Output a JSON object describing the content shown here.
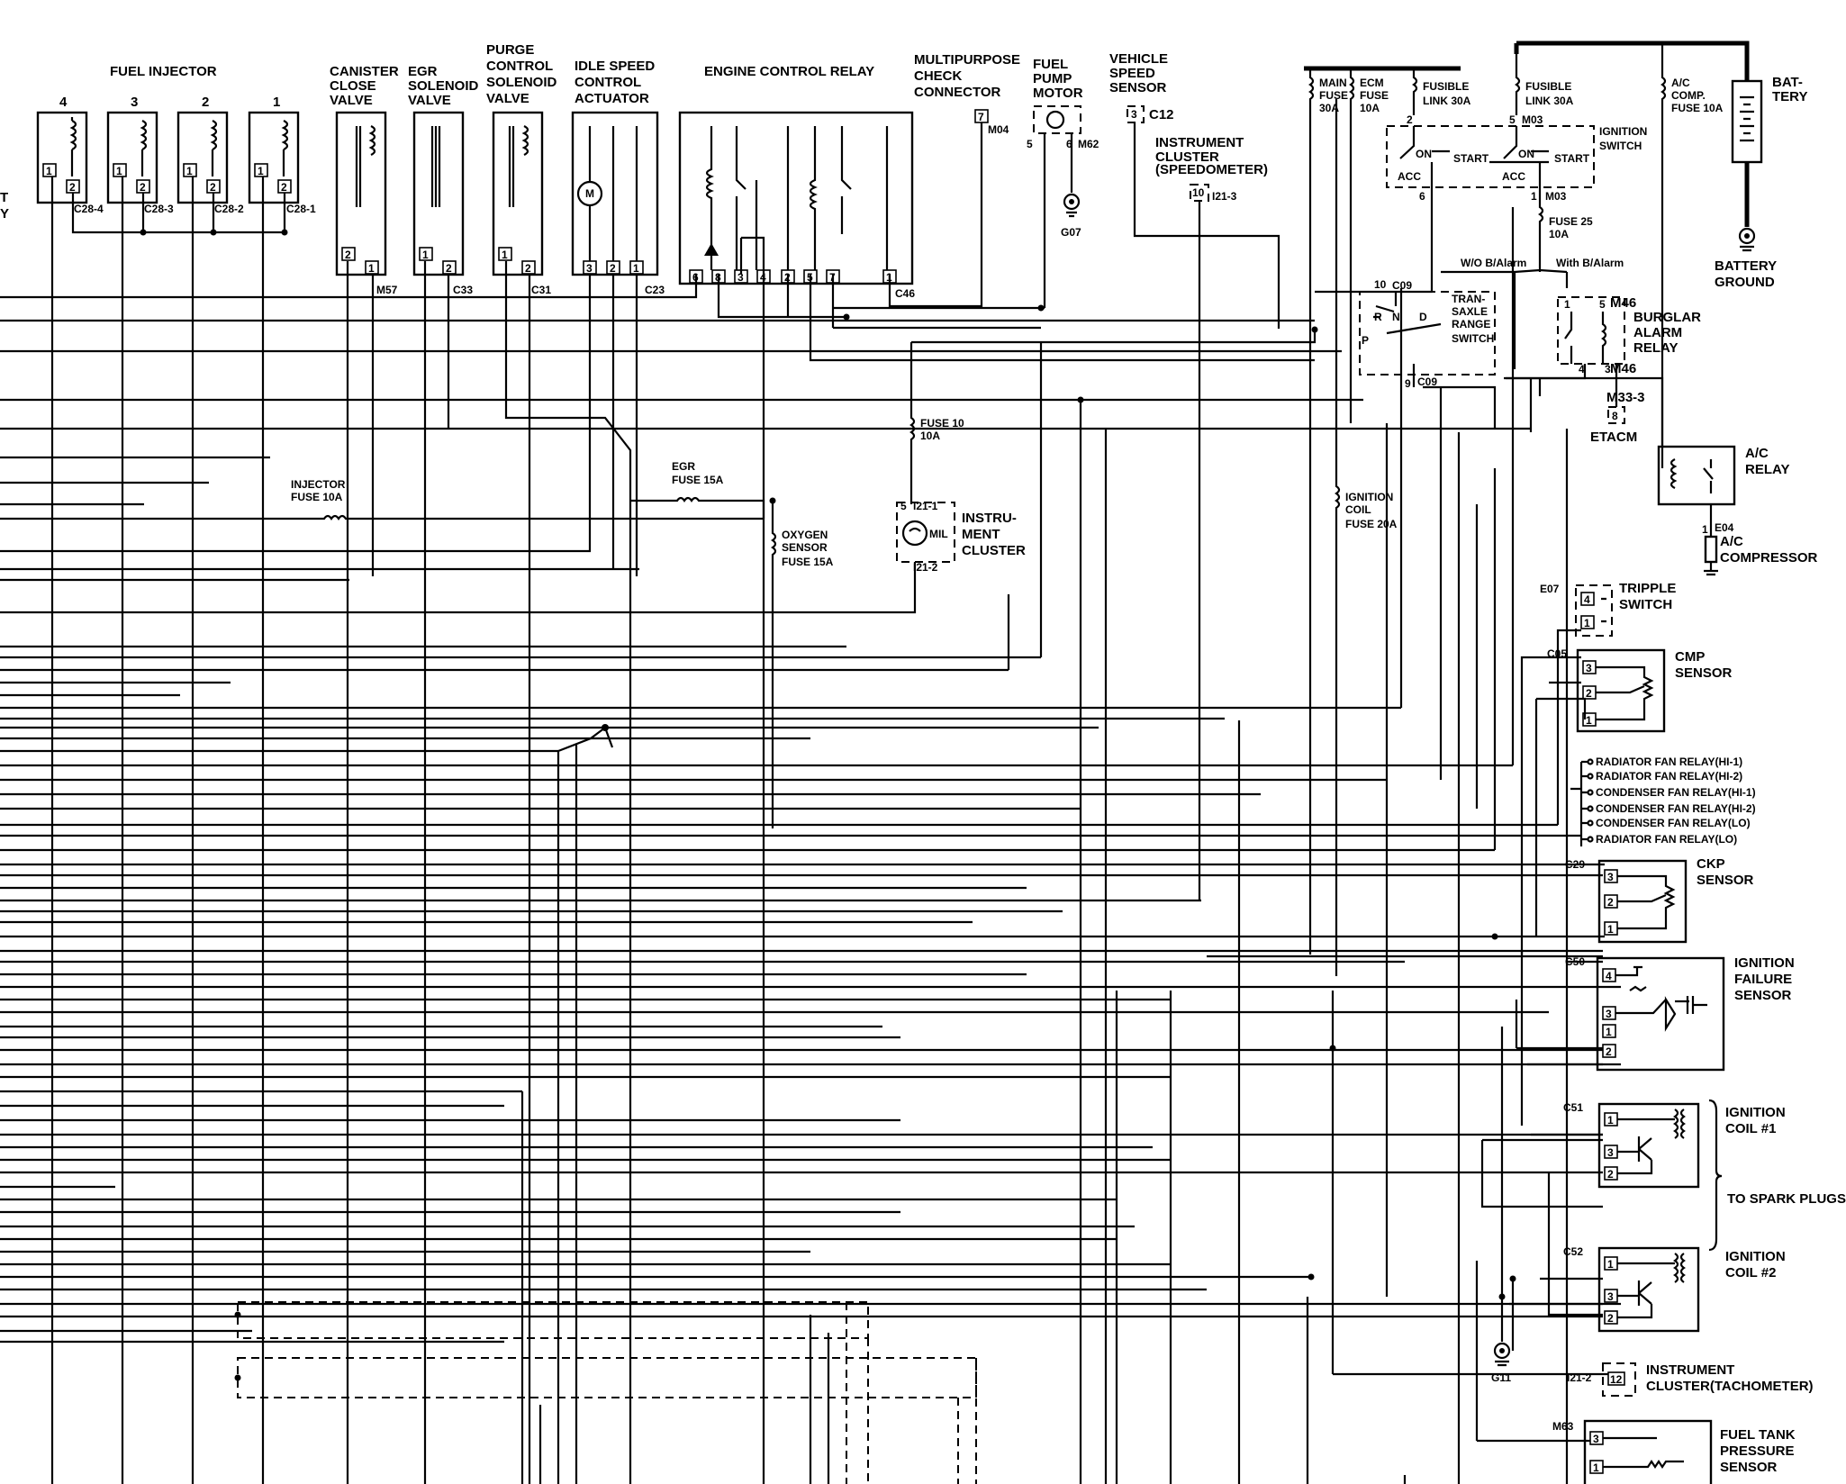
{
  "labels": {
    "fuel_injector": "FUEL INJECTOR",
    "inj_num_4": "4",
    "inj_num_3": "3",
    "inj_num_2": "2",
    "inj_num_1": "1",
    "c28_4": "C28-4",
    "c28_3": "C28-3",
    "c28_2": "C28-2",
    "c28_1": "C28-1",
    "canister_l1": "CANISTER",
    "canister_l2": "CLOSE",
    "canister_l3": "VALVE",
    "egr_l1": "EGR",
    "egr_l2": "SOLENOID",
    "egr_l3": "VALVE",
    "purge_l1": "PURGE",
    "purge_l2": "CONTROL",
    "purge_l3": "SOLENOID",
    "purge_l4": "VALVE",
    "idle_l1": "IDLE SPEED",
    "idle_l2": "CONTROL",
    "idle_l3": "ACTUATOR",
    "ecr": "ENGINE CONTROL RELAY",
    "mpc_l1": "MULTIPURPOSE",
    "mpc_l2": "CHECK",
    "mpc_l3": "CONNECTOR",
    "fpm_l1": "FUEL",
    "fpm_l2": "PUMP",
    "fpm_l3": "MOTOR",
    "vss_l1": "VEHICLE",
    "vss_l2": "SPEED",
    "vss_l3": "SENSOR",
    "c12": "C12",
    "ic_speedo_l1": "INSTRUMENT",
    "ic_speedo_l2": "CLUSTER",
    "ic_speedo_l3": "(SPEEDOMETER)",
    "i21_3": "I21-3",
    "m57": "M57",
    "c33": "C33",
    "c31": "C31",
    "c23": "C23",
    "c46": "C46",
    "m04": "M04",
    "m62": "M62",
    "g07": "G07",
    "main_fuse_l1": "MAIN",
    "main_fuse_l2": "FUSE",
    "main_fuse_l3": "30A",
    "ecm_fuse_l1": "ECM",
    "ecm_fuse_l2": "FUSE",
    "ecm_fuse_l3": "10A",
    "fl1_l1": "FUSIBLE",
    "fl1_l2": "LINK 30A",
    "fl2_l1": "FUSIBLE",
    "fl2_l2": "LINK 30A",
    "ac_fuse_l1": "A/C",
    "ac_fuse_l2": "COMP.",
    "ac_fuse_l3": "FUSE 10A",
    "bat_l1": "BAT-",
    "bat_l2": "TERY",
    "bat_gnd_l1": "BATTERY",
    "bat_gnd_l2": "GROUND",
    "ign_sw_l1": "IGNITION",
    "ign_sw_l2": "SWITCH",
    "m03": "M03",
    "m03b": "M03",
    "on": "ON",
    "start": "START",
    "acc": "ACC",
    "fuse25_l1": "FUSE 25",
    "fuse25_l2": "10A",
    "wo_alarm": "W/O B/Alarm",
    "with_alarm": "With B/Alarm",
    "c09": "C09",
    "c09b": "C09",
    "trs_l1": "TRAN-",
    "trs_l2": "SAXLE",
    "trs_l3": "RANGE",
    "trs_l4": "SWITCH",
    "m46": "M46",
    "m46b": "M46",
    "bar_l1": "BURGLAR",
    "bar_l2": "ALARM",
    "bar_l3": "RELAY",
    "m33_3": "M33-3",
    "etacm": "ETACM",
    "ac_relay_l1": "A/C",
    "ac_relay_l2": "RELAY",
    "e04": "E04",
    "ac_comp_l1": "A/C",
    "ac_comp_l2": "COMPRESSOR",
    "fuse10_l1": "FUSE 10",
    "fuse10_l2": "10A",
    "ign_coil_fuse_l1": "IGNITION",
    "ign_coil_fuse_l2": "COIL",
    "ign_coil_fuse_l3": "FUSE 20A",
    "injector_fuse_l1": "INJECTOR",
    "injector_fuse_l2": "FUSE 10A",
    "egr_fuse_l1": "EGR",
    "egr_fuse_l2": "FUSE 15A",
    "o2_fuse_l1": "OXYGEN",
    "o2_fuse_l2": "SENSOR",
    "o2_fuse_l3": "FUSE 15A",
    "i21_1": "I21-1",
    "i21_2": "I21-2",
    "mil": "MIL",
    "instr_l1": "INSTRU-",
    "instr_l2": "MENT",
    "instr_l3": "CLUSTER",
    "e07": "E07",
    "tripple_l1": "TRIPPLE",
    "tripple_l2": "SWITCH",
    "c05": "C05",
    "cmp_l1": "CMP",
    "cmp_l2": "SENSOR",
    "rfr_hi1": "RADIATOR FAN RELAY(HI-1)",
    "rfr_hi2": "RADIATOR FAN RELAY(HI-2)",
    "cfr_hi1": "CONDENSER FAN RELAY(HI-1)",
    "cfr_hi2": "CONDENSER FAN RELAY(HI-2)",
    "cfr_lo": "CONDENSER FAN RELAY(LO)",
    "rfr_lo": "RADIATOR FAN RELAY(LO)",
    "c29": "C29",
    "ckp_l1": "CKP",
    "ckp_l2": "SENSOR",
    "c50": "C50",
    "ifs_l1": "IGNITION",
    "ifs_l2": "FAILURE",
    "ifs_l3": "SENSOR",
    "c51": "C51",
    "coil1_l1": "IGNITION",
    "coil1_l2": "COIL #1",
    "spark": "TO SPARK PLUGS",
    "c52": "C52",
    "coil2_l1": "IGNITION",
    "coil2_l2": "COIL #2",
    "g11": "G11",
    "i21_2b": "I21-2",
    "tach_l1": "INSTRUMENT",
    "tach_l2": "CLUSTER(TACHOMETER)",
    "m63": "M63",
    "ftp_l1": "FUEL TANK",
    "ftp_l2": "PRESSURE",
    "ftp_l3": "SENSOR",
    "left_t1": "T",
    "left_t2": "Y"
  },
  "pins": {
    "p1": "1",
    "p2": "2",
    "p3": "3",
    "p4": "4",
    "p5": "5",
    "p6": "6",
    "p7": "7",
    "p8": "8",
    "p9": "9",
    "p10": "10",
    "p12": "12",
    "m": "M",
    "r": "R",
    "n": "N",
    "d": "D",
    "p": "P"
  }
}
